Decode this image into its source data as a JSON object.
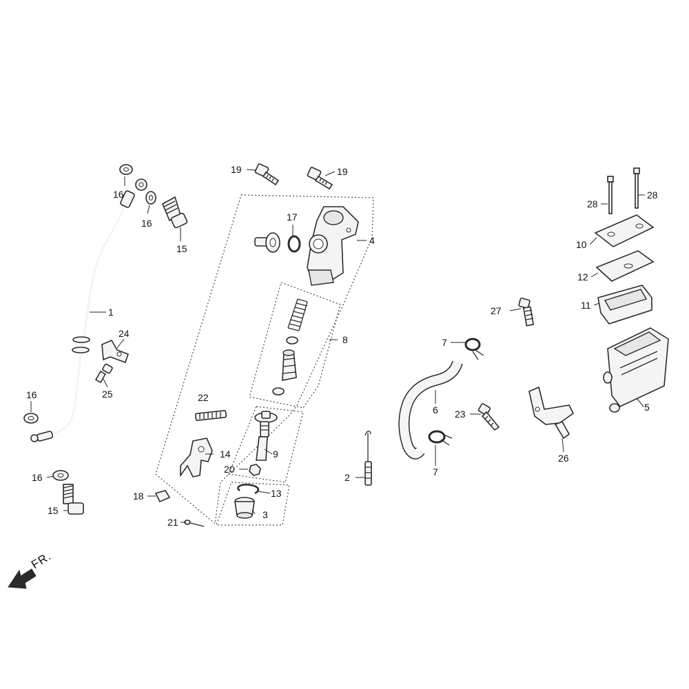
{
  "callouts": {
    "c1": "1",
    "c2": "2",
    "c3": "3",
    "c4": "4",
    "c5": "5",
    "c6": "6",
    "c7a": "7",
    "c7b": "7",
    "c8": "8",
    "c9": "9",
    "c10": "10",
    "c11": "11",
    "c12": "12",
    "c13": "13",
    "c14": "14",
    "c15a": "15",
    "c15b": "15",
    "c16a": "16",
    "c16b": "16",
    "c16c": "16",
    "c16d": "16",
    "c17": "17",
    "c18": "18",
    "c19a": "19",
    "c19b": "19",
    "c20": "20",
    "c21": "21",
    "c22": "22",
    "c23": "23",
    "c24": "24",
    "c25": "25",
    "c26": "26",
    "c27": "27",
    "c28a": "28",
    "c28b": "28"
  },
  "direction_label": "FR."
}
